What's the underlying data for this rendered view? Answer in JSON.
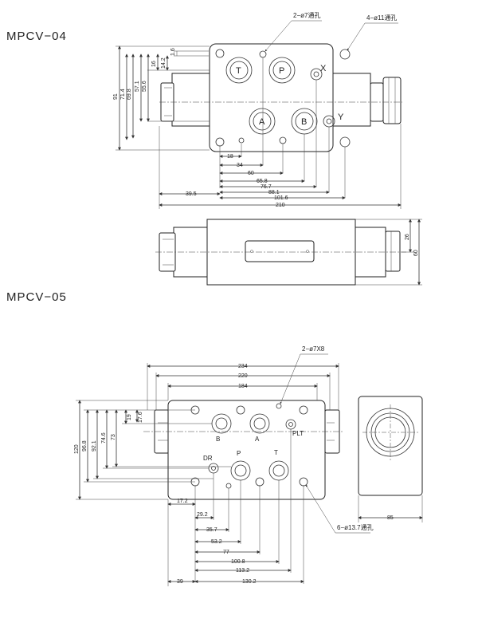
{
  "drawings": [
    {
      "model": "MPCV−04",
      "ports": {
        "t": "T",
        "p": "P",
        "x": "X",
        "a": "A",
        "b": "B",
        "y": "Y"
      },
      "callouts": {
        "holes_small": "2−ø7通孔",
        "holes_big": "4−ø11通孔"
      },
      "dims": {
        "v91": "91",
        "v71_4": "71.4",
        "v69_8": "69.8",
        "v57_1": "57.1",
        "v55_6": "55.6",
        "v16": "16",
        "v14_2": "14.2",
        "v1_6": "1.6",
        "h18": "18",
        "h34": "34",
        "h60": "60",
        "h65_8": "65.8",
        "h76_7": "76.7",
        "h88_1": "88.1",
        "h101_6": "101.6",
        "h39_5": "39.5",
        "h210": "210",
        "s26": "26",
        "s60": "60"
      }
    },
    {
      "model": "MPCV−05",
      "ports": {
        "b": "B",
        "a": "A",
        "plt": "PLT",
        "dr": "DR",
        "p": "P",
        "t": "T"
      },
      "callouts": {
        "pin": "2−ø7X8",
        "holes": "6−ø13.7通孔"
      },
      "dims": {
        "h234": "234",
        "h220": "220",
        "h184": "184",
        "v120": "120",
        "v96_8": "96.8",
        "v92_1": "92.1",
        "v74_6": "74.6",
        "v73": "73",
        "v19": "19",
        "v17_6": "17.6",
        "h17_2": "17.2",
        "h29_2": "29.2",
        "h35_7": "35.7",
        "h53_2": "53.2",
        "h77": "77",
        "h100_8": "100.8",
        "h113_2": "113.2",
        "h39": "39",
        "h130_2": "130.2",
        "s85": "85"
      }
    }
  ]
}
